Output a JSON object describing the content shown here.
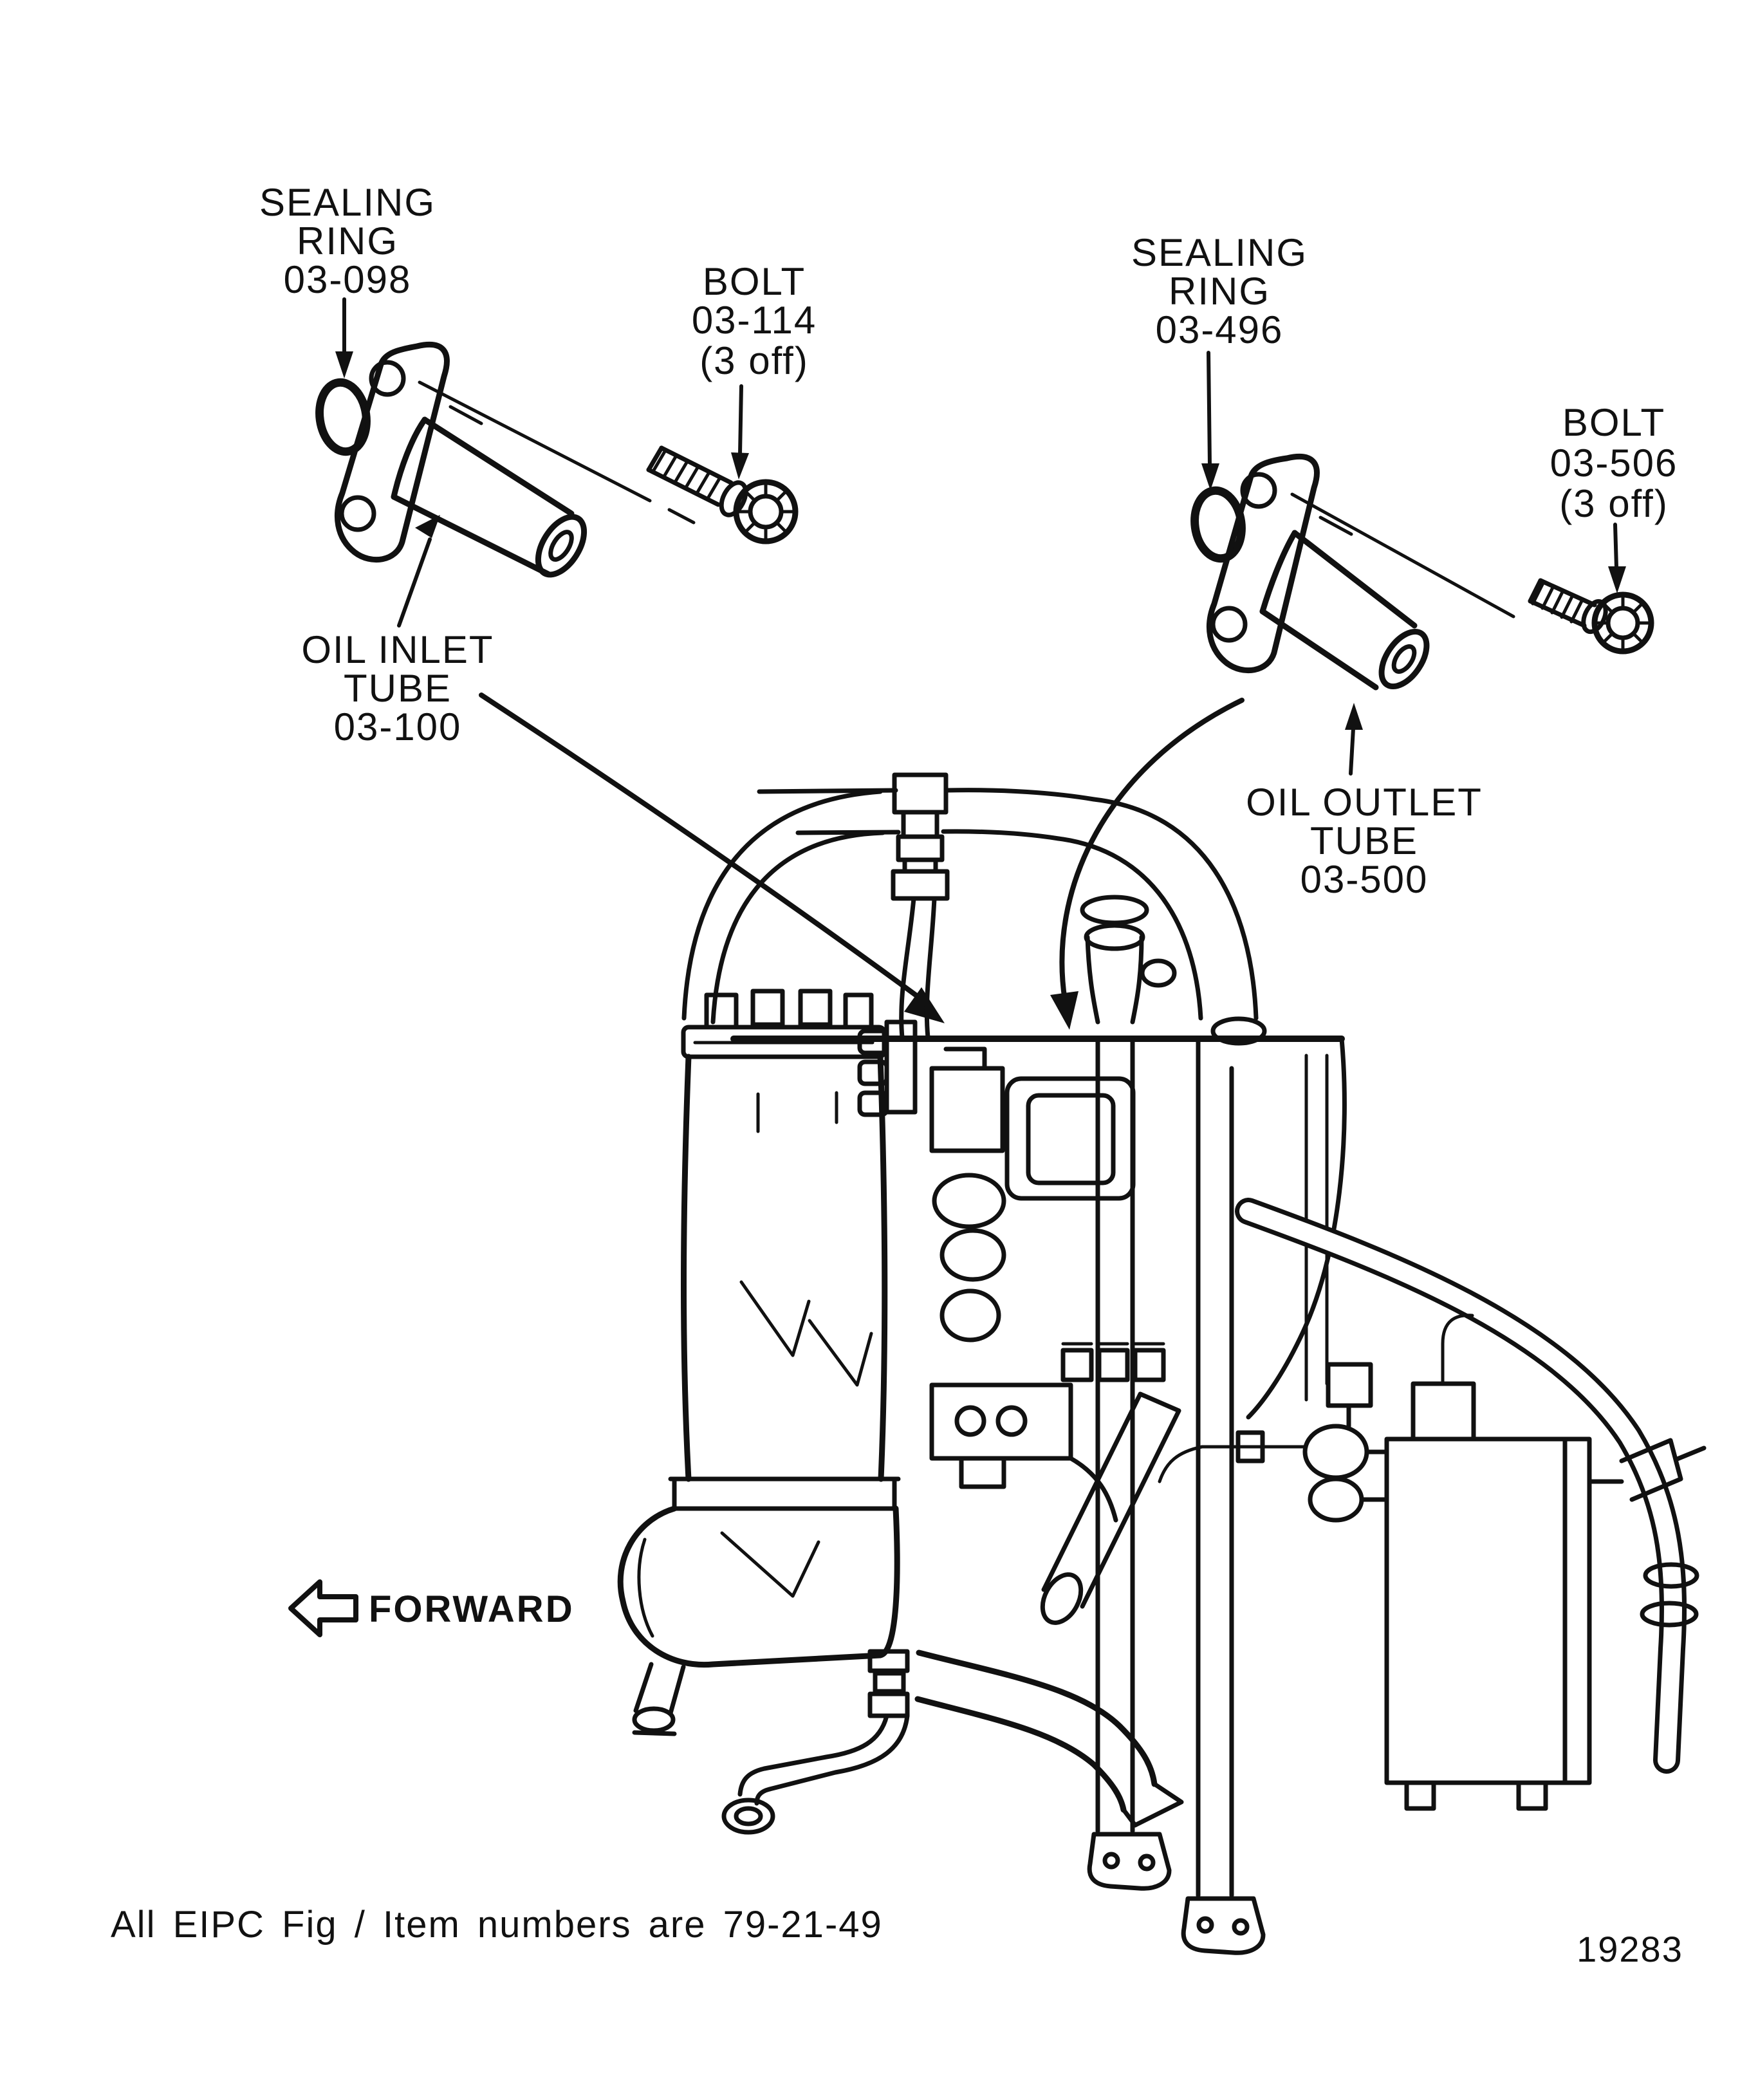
{
  "figure": {
    "footnote": "All EIPC Fig / Item numbers are 79-21-49",
    "figure_number": "19283",
    "forward_label": "FORWARD"
  },
  "callouts": {
    "sealing_ring_left": {
      "line1": "SEALING",
      "line2": "RING",
      "line3": "03-098"
    },
    "bolt_left": {
      "line1": "BOLT",
      "line2": "03-114",
      "line3": "(3 off)"
    },
    "oil_inlet_tube": {
      "line1": "OIL INLET",
      "line2": "TUBE",
      "line3": "03-100"
    },
    "sealing_ring_right": {
      "line1": "SEALING",
      "line2": "RING",
      "line3": "03-496"
    },
    "bolt_right": {
      "line1": "BOLT",
      "line2": "03-506",
      "line3": "(3 off)"
    },
    "oil_outlet_tube": {
      "line1": "OIL OUTLET",
      "line2": "TUBE",
      "line3": "03-500"
    }
  },
  "colors": {
    "ink": "#111111",
    "paper": "#ffffff"
  }
}
